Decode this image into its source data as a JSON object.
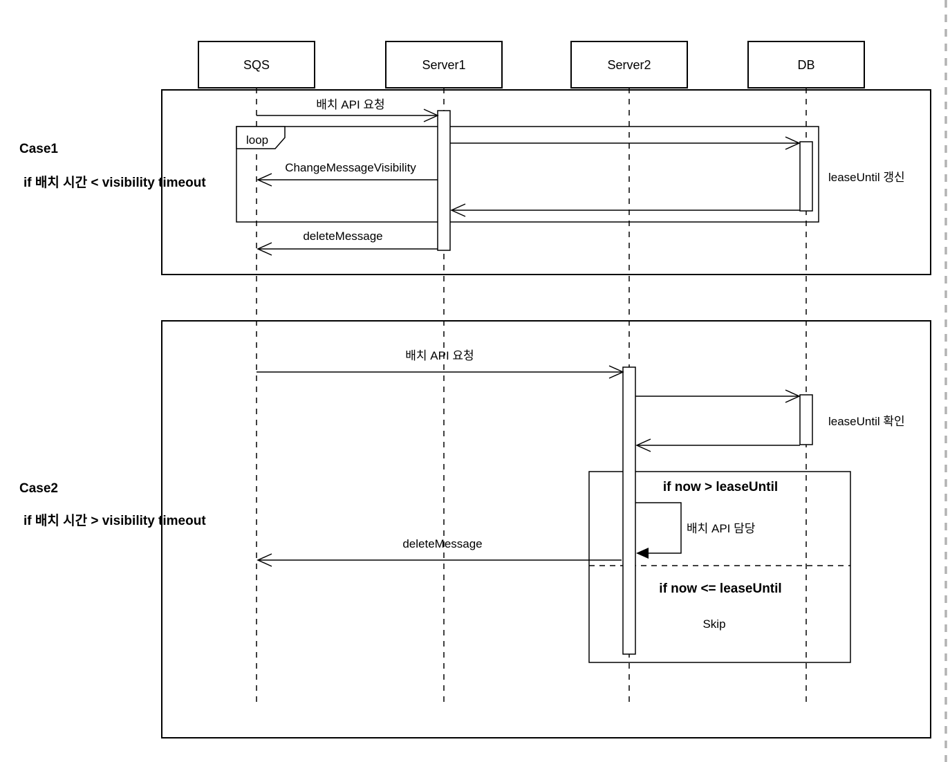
{
  "diagram_type": "uml-sequence",
  "colors": {
    "stroke": "#000000",
    "background": "#ffffff",
    "page_guide": "#b3b3b3"
  },
  "actors": [
    {
      "label": "SQS"
    },
    {
      "label": "Server1"
    },
    {
      "label": "Server2"
    },
    {
      "label": "DB"
    }
  ],
  "case1": {
    "title": "Case1",
    "condition": "if 배치 시간 < visibility timeout",
    "loop_label": "loop",
    "msg_batch_request": "배치 API 요청",
    "msg_change_visibility": "ChangeMessageVisibility",
    "msg_lease_renew": "leaseUntil 갱신",
    "msg_delete": "deleteMessage"
  },
  "case2": {
    "title": "Case2",
    "condition": "if 배치 시간 > visibility timeout",
    "msg_batch_request": "배치 API 요청",
    "msg_lease_check": "leaseUntil 확인",
    "guard_over": "if now > leaseUntil",
    "msg_batch_owner": "배치 API 담당",
    "msg_delete": "deleteMessage",
    "guard_under": "if now <= leaseUntil",
    "msg_skip": "Skip"
  }
}
